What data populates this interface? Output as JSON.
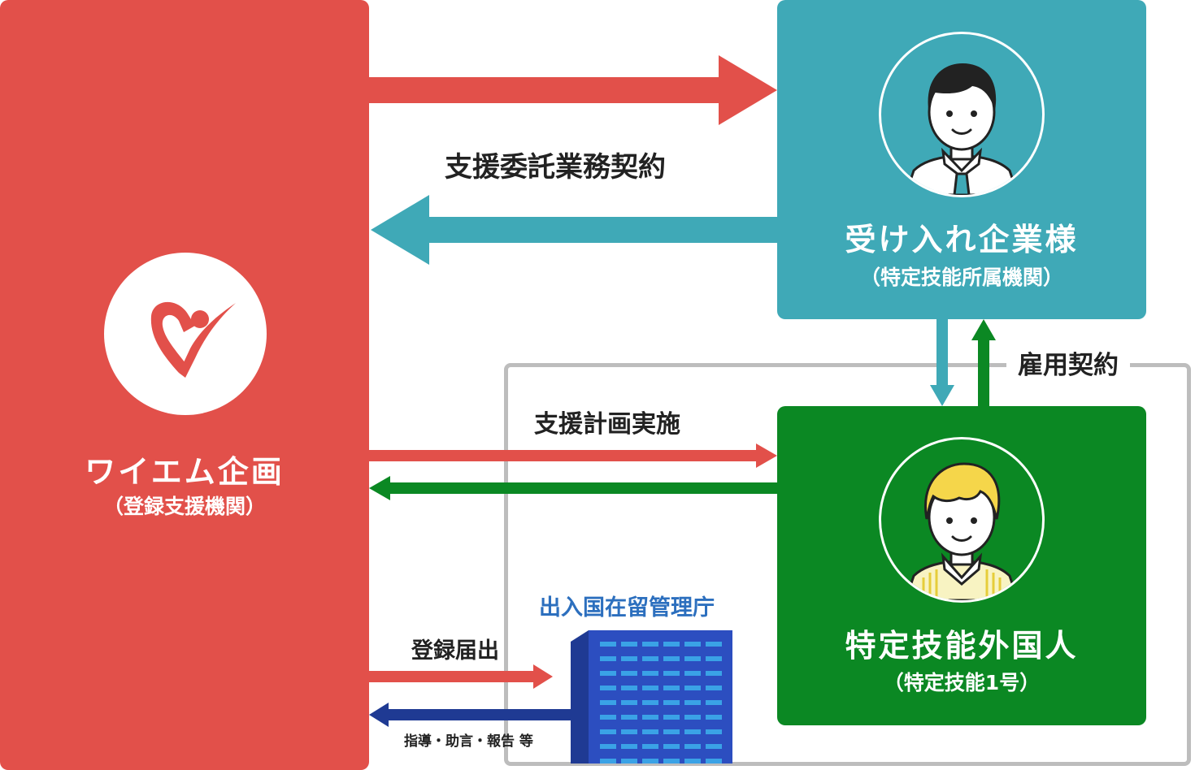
{
  "colors": {
    "red": "#e2504a",
    "teal": "#3fa9b7",
    "green": "#0b8823",
    "navy": "#1f3a93",
    "gray": "#bdbdbd",
    "building": "#2c4ec0",
    "window": "#3aa2e6",
    "title_blue": "#2c6fbe"
  },
  "left_org": {
    "name": "ワイエム企画",
    "sub": "（登録支援機関）",
    "logo_icon": "ym-checkmark-logo"
  },
  "company": {
    "name": "受け入れ企業様",
    "sub": "（特定技能所属機関）",
    "avatar_icon": "businessman-avatar"
  },
  "worker": {
    "name": "特定技能外国人",
    "sub": "（特定技能1号）",
    "avatar_icon": "foreign-worker-avatar"
  },
  "labels": {
    "support_contract": "支援委託業務契約",
    "support_plan": "支援計画実施",
    "employment_contract": "雇用契約",
    "registration": "登録届出",
    "guidance": "指導・助言・報告 等"
  },
  "agency": {
    "name": "出入国在留管理庁",
    "building_icon": "government-building-icon"
  }
}
